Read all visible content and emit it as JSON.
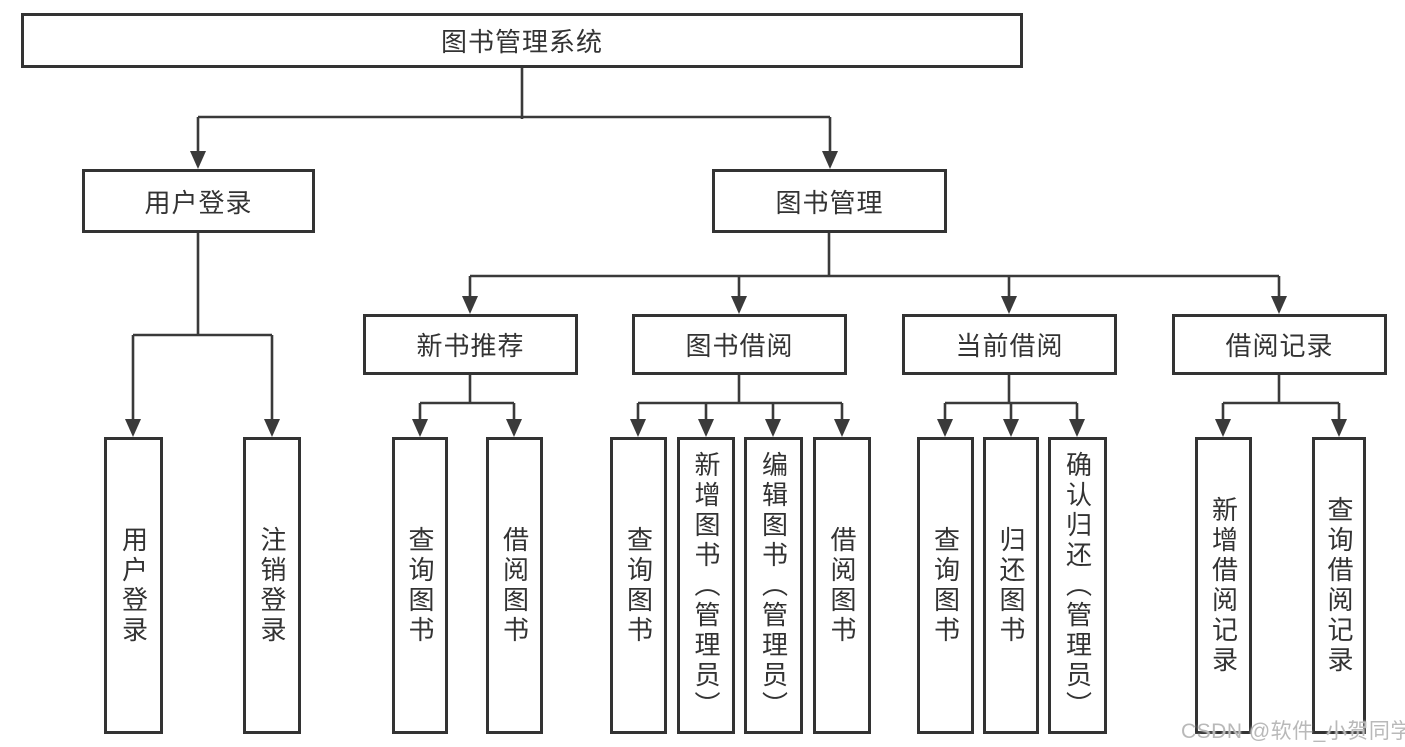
{
  "tree": {
    "root": "图书管理系统",
    "user_login": {
      "label": "用户登录",
      "children": [
        "用户登录",
        "注销登录"
      ]
    },
    "book_mgmt": {
      "label": "图书管理",
      "sections": [
        {
          "label": "新书推荐",
          "children": [
            "查询图书",
            "借阅图书"
          ]
        },
        {
          "label": "图书借阅",
          "children": [
            "查询图书",
            "新增图书（管理员）",
            "编辑图书（管理员）",
            "借阅图书"
          ]
        },
        {
          "label": "当前借阅",
          "children": [
            "查询图书",
            "归还图书",
            "确认归还（管理员）"
          ]
        },
        {
          "label": "借阅记录",
          "children": [
            "新增借阅记录",
            "查询借阅记录"
          ]
        }
      ]
    }
  },
  "watermark": "CSDN @软件_小贺同学",
  "colors": {
    "line": "#3a3a3a",
    "box_border": "#333333",
    "text": "#333333",
    "watermark": "#b9b9b9",
    "background": "#ffffff"
  }
}
